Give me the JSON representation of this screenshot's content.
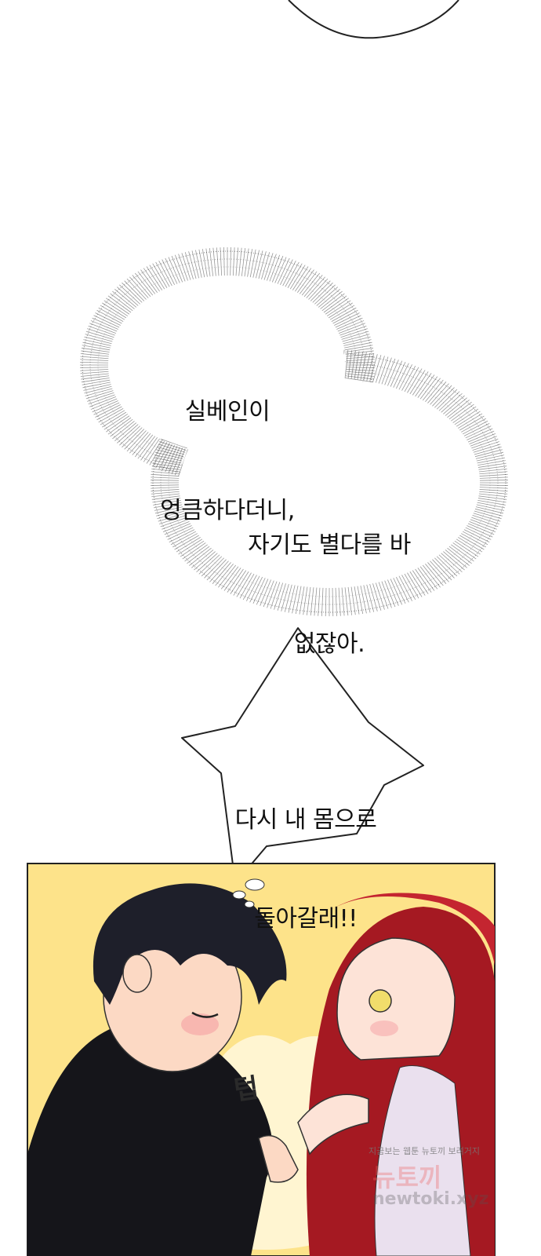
{
  "thought_bubble_1": {
    "line1": "실베인이",
    "line2": "엉큼하다더니,"
  },
  "thought_bubble_2": {
    "line1": "자기도 별다를 바",
    "line2": "없잖아."
  },
  "shout_bubble": {
    "line1": "다시 내 몸으로",
    "line2": "돌아갈래!!"
  },
  "panel": {
    "sfx": "텁",
    "background_color": "#fde38a"
  },
  "watermark": {
    "top_line": "지금보는 웹툰 뉴토끼 보려거지",
    "main": "뉴토끼",
    "url": "newtoki.xyz"
  }
}
